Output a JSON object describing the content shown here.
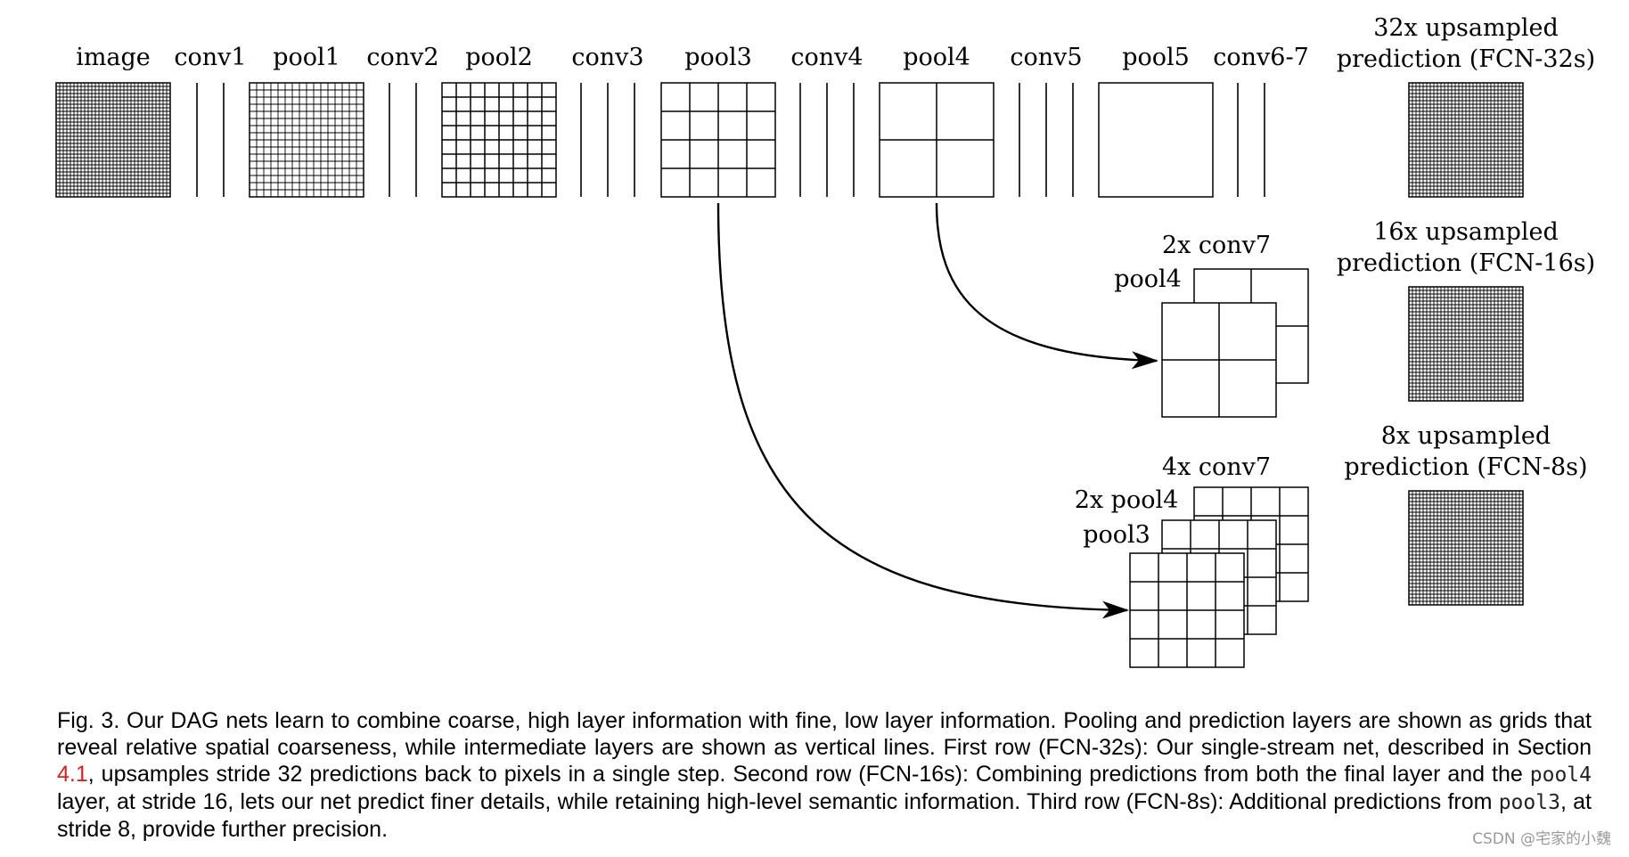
{
  "layer_labels": {
    "image": "image",
    "conv1": "conv1",
    "pool1": "pool1",
    "conv2": "conv2",
    "pool2": "pool2",
    "conv3": "conv3",
    "pool3": "pool3",
    "conv4": "conv4",
    "pool4": "pool4",
    "conv5": "conv5",
    "pool5": "pool5",
    "conv67": "conv6-7"
  },
  "predictions": {
    "p32_line1": "32x upsampled",
    "p32_line2": "prediction (FCN-32s)",
    "p16_line1": "16x upsampled",
    "p16_line2": "prediction (FCN-16s)",
    "p8_line1": "8x upsampled",
    "p8_line2": "prediction (FCN-8s)"
  },
  "stack16": {
    "top": "2x conv7",
    "front": "pool4"
  },
  "stack8": {
    "top": "4x conv7",
    "middle": "2x pool4",
    "front": "pool3"
  },
  "grids": {
    "image": 32,
    "pool1": 16,
    "pool2": 8,
    "pool3": 4,
    "pool4": 2,
    "pool5": 1,
    "fcn32": 32,
    "fcn16": 32,
    "fcn8": 32
  },
  "caption": {
    "part1": "Fig. 3.  Our DAG nets learn to combine coarse, high layer information with fine, low layer information. Pooling and prediction layers are shown as grids that reveal relative spatial coarseness, while intermediate layers are shown as vertical lines. First row (FCN-32s): Our single-stream net, described in Section ",
    "ref": "4.1",
    "part2": ", upsamples stride 32 predictions back to pixels in a single step. Second row (FCN-16s): Combining predictions from both the final layer and the ",
    "code1": "pool4",
    "part3": " layer, at stride 16, lets our net predict finer details, while retaining high-level semantic information. Third row (FCN-8s): Additional predictions from ",
    "code2": "pool3",
    "part4": ", at stride 8, provide further precision."
  },
  "watermark": "CSDN @宅家的小魏"
}
